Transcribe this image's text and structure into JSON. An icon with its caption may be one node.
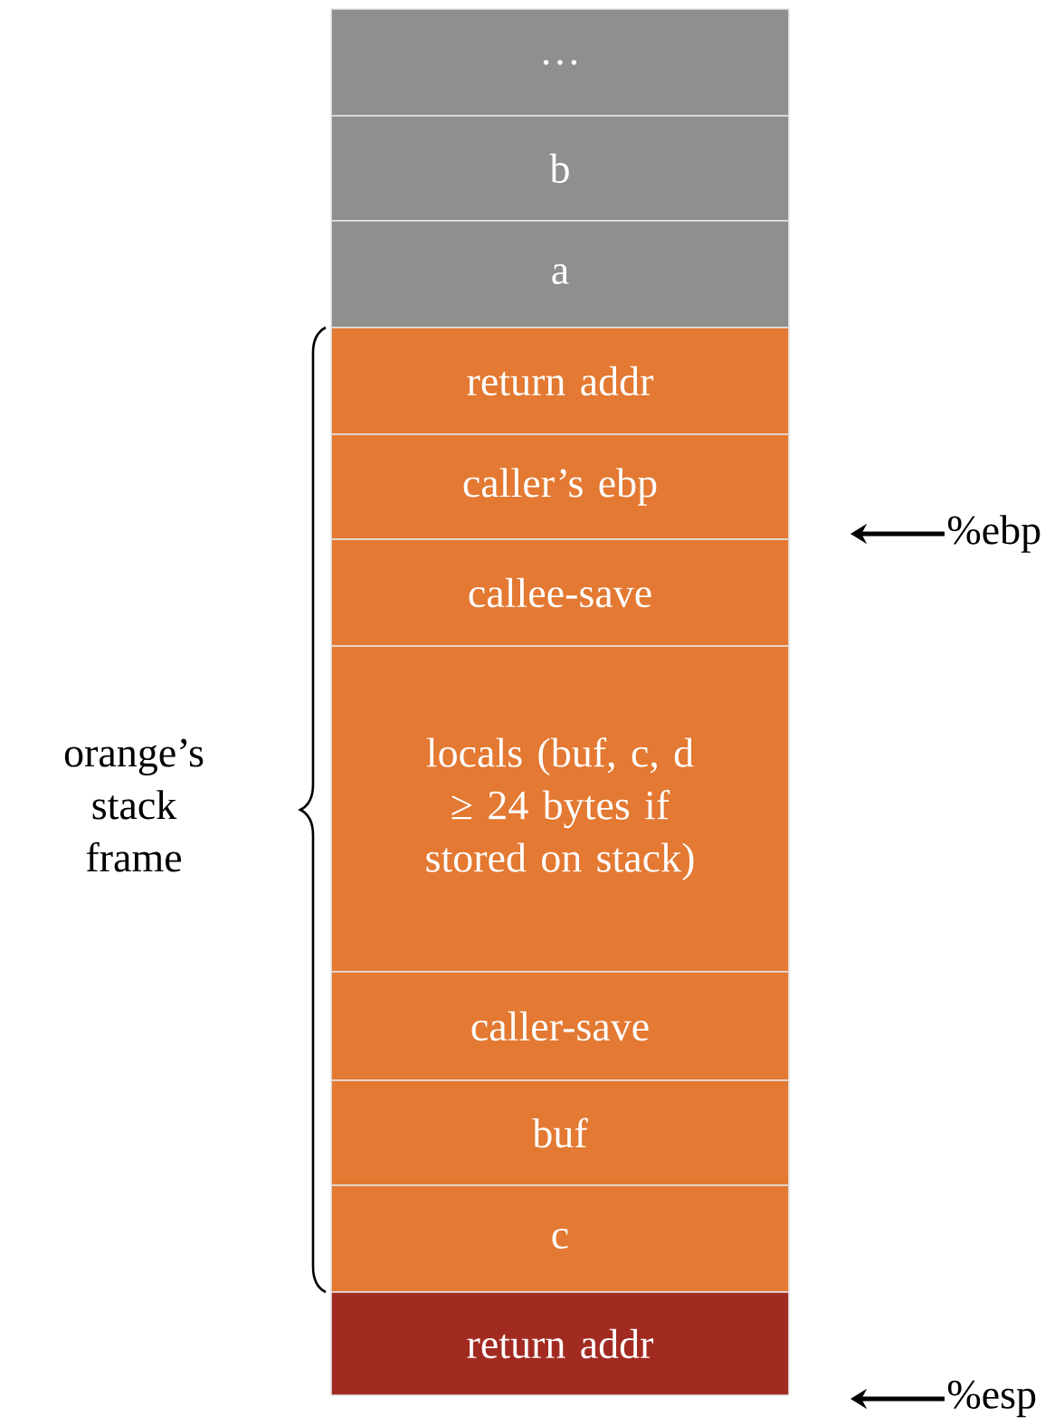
{
  "diagram": {
    "nodes": [
      {
        "text": [
          "…"
        ]
      },
      {
        "text": [
          "b"
        ]
      },
      {
        "text": [
          "a"
        ]
      },
      {
        "text": [
          "return addr"
        ]
      },
      {
        "text": [
          "caller’s ebp"
        ]
      },
      {
        "text": [
          "callee-save"
        ]
      },
      {
        "text": [
          "locals (buf, c, d ≥ 24 bytes if stored on stack)"
        ]
      },
      {
        "text": [
          "caller-save"
        ]
      },
      {
        "text": [
          "buf"
        ]
      },
      {
        "text": [
          "c"
        ]
      },
      {
        "text": [
          "return addr"
        ]
      },
      {
        "text": [
          "%ebp"
        ]
      },
      {
        "text": [
          "%esp"
        ]
      }
    ],
    "edges": [
      {
        "from": 11,
        "to": null,
        "arrow": "to"
      },
      {
        "from": 12,
        "to": null,
        "arrow": "to"
      }
    ],
    "labels": [
      "orange’s stack frame"
    ]
  }
}
